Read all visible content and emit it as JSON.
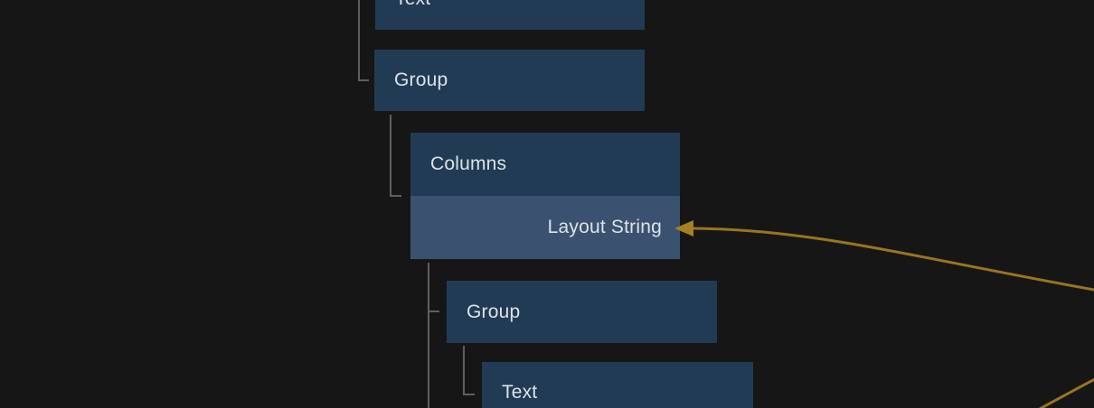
{
  "colors": {
    "background": "#161616",
    "node_fill": "#223B55",
    "port_fill": "#3B5170",
    "node_text": "#DDE3E9",
    "connector_line": "#5F5F5F",
    "wire": "#9A7420",
    "wire_arrow": "#A8811F"
  },
  "tree": {
    "nodes": {
      "text_top": {
        "label": "Text"
      },
      "group_1": {
        "label": "Group"
      },
      "columns": {
        "label": "Columns"
      },
      "columns_port": {
        "label": "Layout String"
      },
      "group_2": {
        "label": "Group"
      },
      "text_bottom": {
        "label": "Text"
      }
    }
  },
  "connection": {
    "target_port": "Layout String",
    "arrow_icon": "left-pointing-triangle-arrow"
  }
}
